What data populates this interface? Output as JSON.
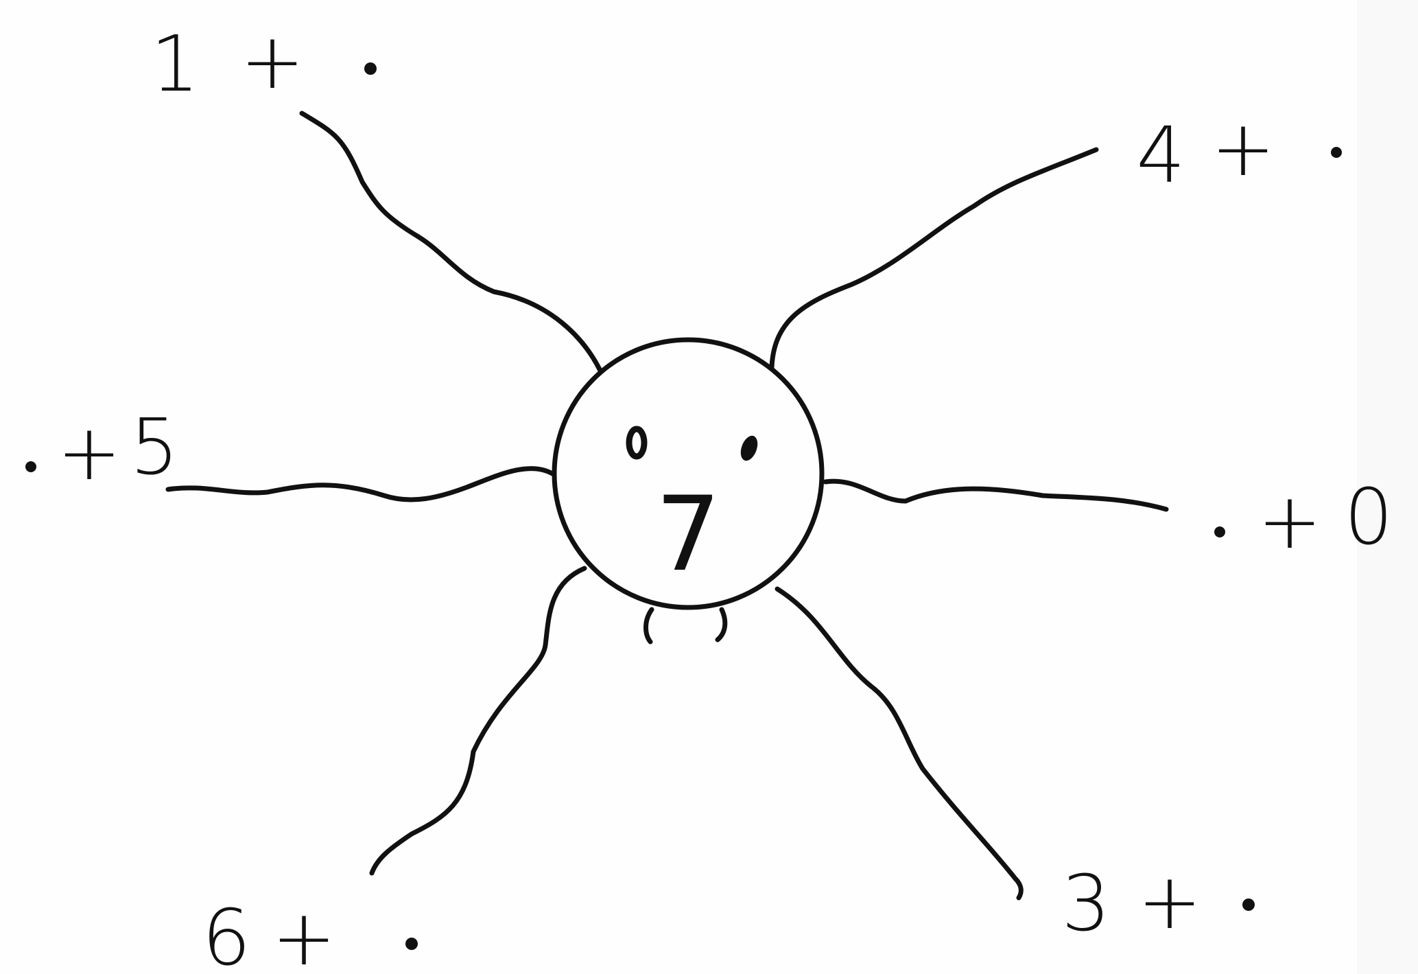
{
  "sun": {
    "center_number": "7",
    "rays": [
      {
        "id": "top-left",
        "prefix": "1",
        "operator": "+",
        "blank": "."
      },
      {
        "id": "top-right",
        "prefix": "4",
        "operator": "+",
        "blank": "."
      },
      {
        "id": "left",
        "prefix": ".",
        "operator": "+",
        "blank": "5"
      },
      {
        "id": "right",
        "prefix": ".",
        "operator": "+",
        "blank": "0"
      },
      {
        "id": "bottom-left",
        "prefix": "6",
        "operator": "+",
        "blank": "."
      },
      {
        "id": "bottom-right",
        "prefix": "3",
        "operator": "+",
        "blank": "."
      }
    ]
  },
  "colors": {
    "ink": "#111111",
    "paper": "#fefefe"
  }
}
